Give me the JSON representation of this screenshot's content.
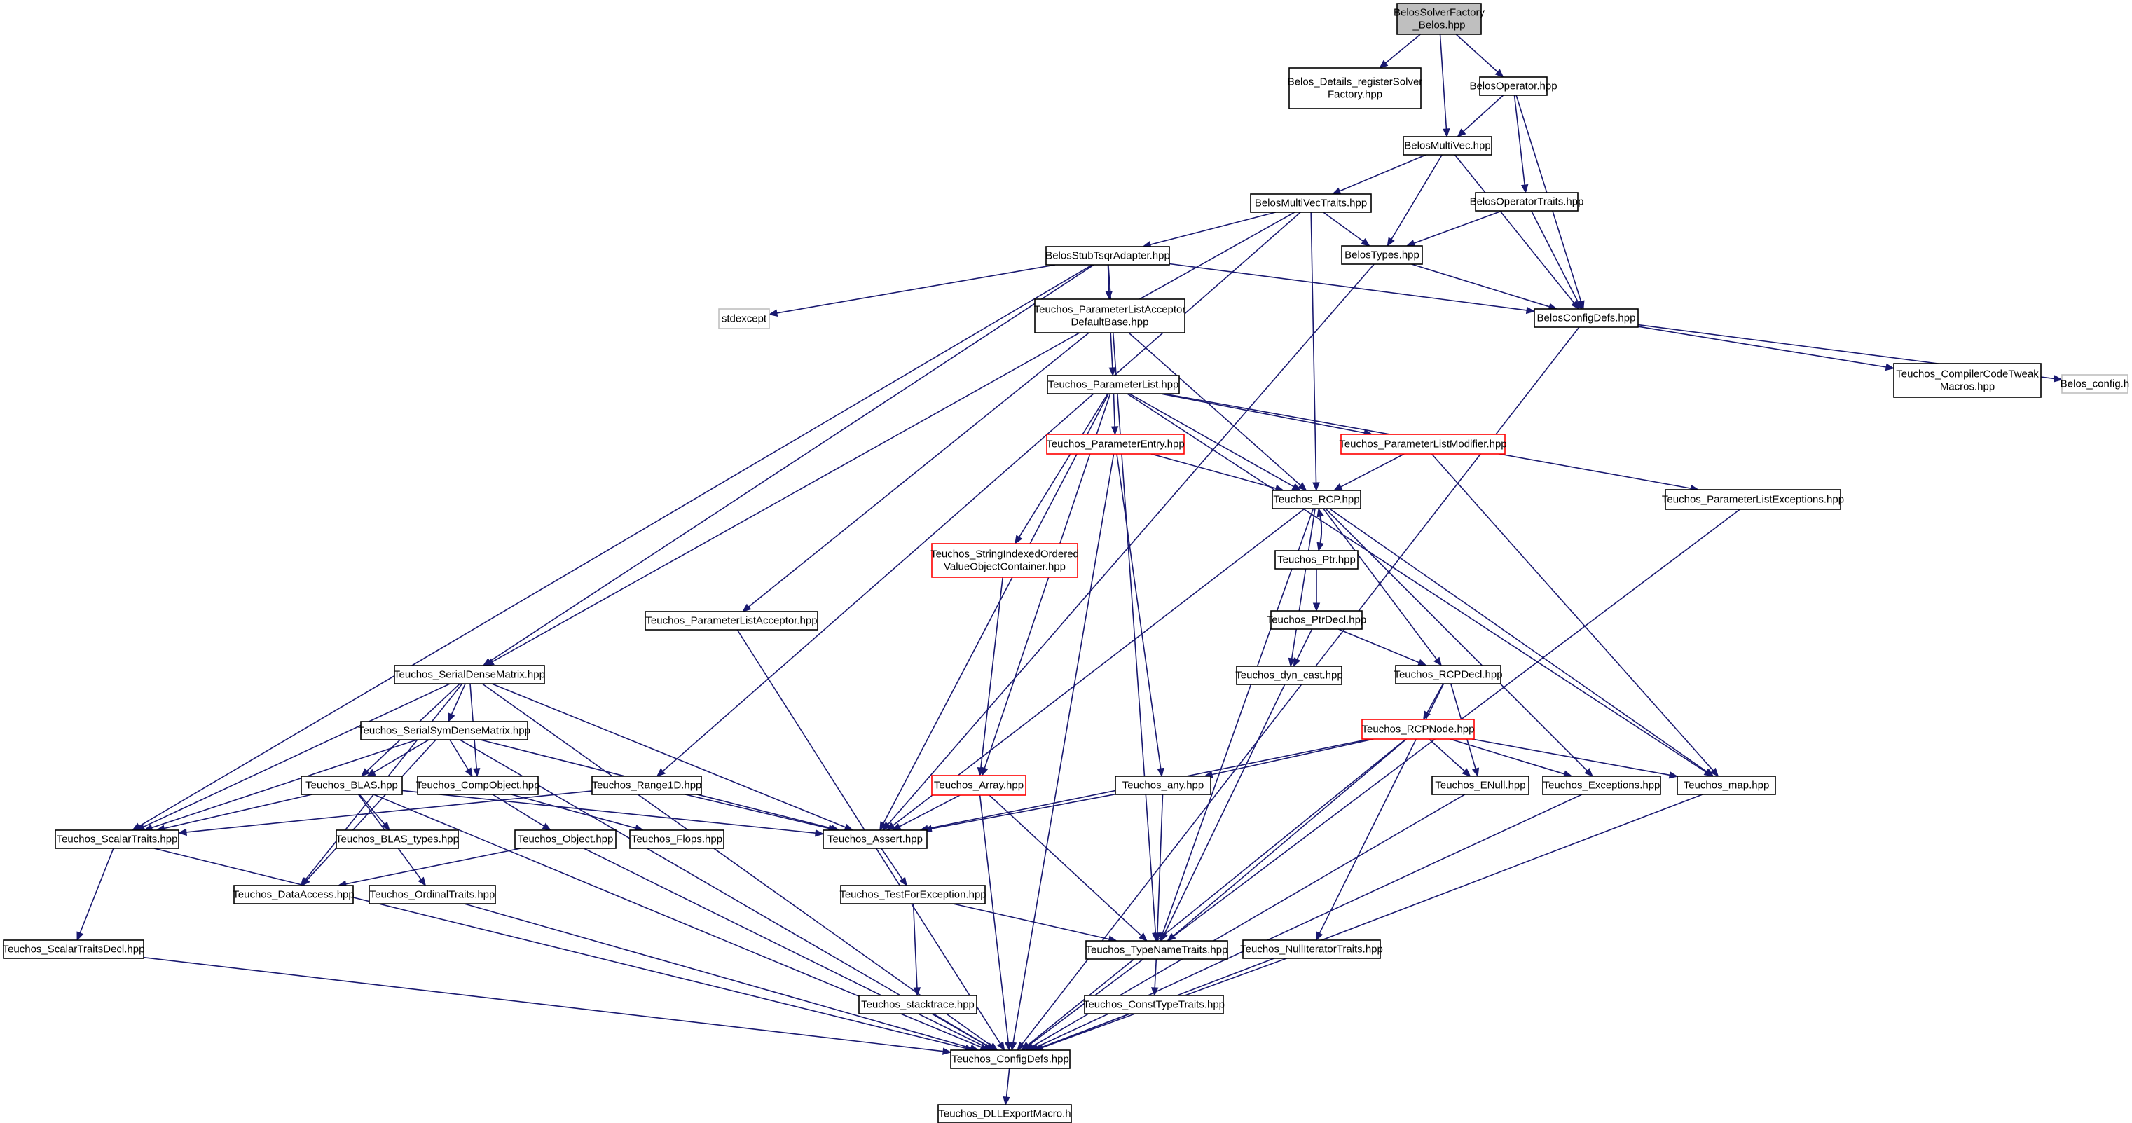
{
  "diagram": {
    "title": "BelosSolverFactory_Belos.hpp include dependency graph",
    "colors": {
      "edge": "#191970",
      "root_fill": "#bfbfbf",
      "box_border": "#000000",
      "missing_border": "#ff0000",
      "external_border": "#bfbfbf"
    },
    "nodes": [
      {
        "id": "root",
        "lines": [
          "BelosSolverFactory",
          "_Belos.hpp"
        ],
        "style": "root"
      },
      {
        "id": "regsolver",
        "lines": [
          "Belos_Details_registerSolver",
          "Factory.hpp"
        ],
        "style": "normal"
      },
      {
        "id": "operator",
        "lines": [
          "BelosOperator.hpp"
        ],
        "style": "normal"
      },
      {
        "id": "multivec",
        "lines": [
          "BelosMultiVec.hpp"
        ],
        "style": "normal"
      },
      {
        "id": "multivectraits",
        "lines": [
          "BelosMultiVecTraits.hpp"
        ],
        "style": "normal"
      },
      {
        "id": "optraits",
        "lines": [
          "BelosOperatorTraits.hpp"
        ],
        "style": "normal"
      },
      {
        "id": "stubtsqr",
        "lines": [
          "BelosStubTsqrAdapter.hpp"
        ],
        "style": "normal"
      },
      {
        "id": "types",
        "lines": [
          "BelosTypes.hpp"
        ],
        "style": "normal"
      },
      {
        "id": "stdexcept",
        "lines": [
          "stdexcept"
        ],
        "style": "external"
      },
      {
        "id": "placcdefault",
        "lines": [
          "Teuchos_ParameterListAcceptor",
          "DefaultBase.hpp"
        ],
        "style": "normal"
      },
      {
        "id": "configdefs",
        "lines": [
          "BelosConfigDefs.hpp"
        ],
        "style": "normal"
      },
      {
        "id": "cctweak",
        "lines": [
          "Teuchos_CompilerCodeTweak",
          "Macros.hpp"
        ],
        "style": "normal"
      },
      {
        "id": "belosconfig",
        "lines": [
          "Belos_config.h"
        ],
        "style": "external"
      },
      {
        "id": "paramlist",
        "lines": [
          "Teuchos_ParameterList.hpp"
        ],
        "style": "normal"
      },
      {
        "id": "paramentry",
        "lines": [
          "Teuchos_ParameterEntry.hpp"
        ],
        "style": "missing"
      },
      {
        "id": "plmodifier",
        "lines": [
          "Teuchos_ParameterListModifier.hpp"
        ],
        "style": "missing"
      },
      {
        "id": "rcp",
        "lines": [
          "Teuchos_RCP.hpp"
        ],
        "style": "normal"
      },
      {
        "id": "plexceptions",
        "lines": [
          "Teuchos_ParameterListExceptions.hpp"
        ],
        "style": "normal"
      },
      {
        "id": "stringindexed",
        "lines": [
          "Teuchos_StringIndexedOrdered",
          "ValueObjectContainer.hpp"
        ],
        "style": "missing"
      },
      {
        "id": "ptr",
        "lines": [
          "Teuchos_Ptr.hpp"
        ],
        "style": "normal"
      },
      {
        "id": "placceptor",
        "lines": [
          "Teuchos_ParameterListAcceptor.hpp"
        ],
        "style": "normal"
      },
      {
        "id": "ptrdecl",
        "lines": [
          "Teuchos_PtrDecl.hpp"
        ],
        "style": "normal"
      },
      {
        "id": "serialdense",
        "lines": [
          "Teuchos_SerialDenseMatrix.hpp"
        ],
        "style": "normal"
      },
      {
        "id": "dyncast",
        "lines": [
          "Teuchos_dyn_cast.hpp"
        ],
        "style": "normal"
      },
      {
        "id": "rcpdecl",
        "lines": [
          "Teuchos_RCPDecl.hpp"
        ],
        "style": "normal"
      },
      {
        "id": "serialsym",
        "lines": [
          "Teuchos_SerialSymDenseMatrix.hpp"
        ],
        "style": "normal"
      },
      {
        "id": "rcpnode",
        "lines": [
          "Teuchos_RCPNode.hpp"
        ],
        "style": "missing"
      },
      {
        "id": "blas",
        "lines": [
          "Teuchos_BLAS.hpp"
        ],
        "style": "normal"
      },
      {
        "id": "compobject",
        "lines": [
          "Teuchos_CompObject.hpp"
        ],
        "style": "normal"
      },
      {
        "id": "range1d",
        "lines": [
          "Teuchos_Range1D.hpp"
        ],
        "style": "normal"
      },
      {
        "id": "array",
        "lines": [
          "Teuchos_Array.hpp"
        ],
        "style": "missing"
      },
      {
        "id": "any",
        "lines": [
          "Teuchos_any.hpp"
        ],
        "style": "normal"
      },
      {
        "id": "enull",
        "lines": [
          "Teuchos_ENull.hpp"
        ],
        "style": "normal"
      },
      {
        "id": "exceptions",
        "lines": [
          "Teuchos_Exceptions.hpp"
        ],
        "style": "normal"
      },
      {
        "id": "map",
        "lines": [
          "Teuchos_map.hpp"
        ],
        "style": "normal"
      },
      {
        "id": "scalartraits",
        "lines": [
          "Teuchos_ScalarTraits.hpp"
        ],
        "style": "normal"
      },
      {
        "id": "blastypes",
        "lines": [
          "Teuchos_BLAS_types.hpp"
        ],
        "style": "normal"
      },
      {
        "id": "object",
        "lines": [
          "Teuchos_Object.hpp"
        ],
        "style": "normal"
      },
      {
        "id": "flops",
        "lines": [
          "Teuchos_Flops.hpp"
        ],
        "style": "normal"
      },
      {
        "id": "assert",
        "lines": [
          "Teuchos_Assert.hpp"
        ],
        "style": "normal"
      },
      {
        "id": "dataaccess",
        "lines": [
          "Teuchos_DataAccess.hpp"
        ],
        "style": "normal"
      },
      {
        "id": "ordinaltraits",
        "lines": [
          "Teuchos_OrdinalTraits.hpp"
        ],
        "style": "normal"
      },
      {
        "id": "testforexc",
        "lines": [
          "Teuchos_TestForException.hpp"
        ],
        "style": "normal"
      },
      {
        "id": "scalartraitsdecl",
        "lines": [
          "Teuchos_ScalarTraitsDecl.hpp"
        ],
        "style": "normal"
      },
      {
        "id": "typenametraits",
        "lines": [
          "Teuchos_TypeNameTraits.hpp"
        ],
        "style": "normal"
      },
      {
        "id": "nulliter",
        "lines": [
          "Teuchos_NullIteratorTraits.hpp"
        ],
        "style": "normal"
      },
      {
        "id": "stacktrace",
        "lines": [
          "Teuchos_stacktrace.hpp"
        ],
        "style": "normal"
      },
      {
        "id": "consttypetraits",
        "lines": [
          "Teuchos_ConstTypeTraits.hpp"
        ],
        "style": "normal"
      },
      {
        "id": "tconfigdefs",
        "lines": [
          "Teuchos_ConfigDefs.hpp"
        ],
        "style": "normal"
      },
      {
        "id": "dllexport",
        "lines": [
          "Teuchos_DLLExportMacro.h"
        ],
        "style": "normal"
      }
    ],
    "edges": [
      [
        "root",
        "regsolver"
      ],
      [
        "root",
        "multivec"
      ],
      [
        "root",
        "operator"
      ],
      [
        "operator",
        "multivec"
      ],
      [
        "operator",
        "optraits"
      ],
      [
        "operator",
        "configdefs"
      ],
      [
        "multivec",
        "multivectraits"
      ],
      [
        "multivec",
        "types"
      ],
      [
        "multivec",
        "configdefs"
      ],
      [
        "optraits",
        "types"
      ],
      [
        "optraits",
        "configdefs"
      ],
      [
        "multivectraits",
        "types"
      ],
      [
        "multivectraits",
        "stubtsqr"
      ],
      [
        "multivectraits",
        "rcp"
      ],
      [
        "multivectraits",
        "serialdense"
      ],
      [
        "multivectraits",
        "range1d"
      ],
      [
        "types",
        "configdefs"
      ],
      [
        "types",
        "assert"
      ],
      [
        "stubtsqr",
        "configdefs"
      ],
      [
        "stubtsqr",
        "stdexcept"
      ],
      [
        "stubtsqr",
        "placcdefault"
      ],
      [
        "stubtsqr",
        "serialdense"
      ],
      [
        "stubtsqr",
        "scalartraits"
      ],
      [
        "stubtsqr",
        "typenametraits"
      ],
      [
        "configdefs",
        "cctweak"
      ],
      [
        "configdefs",
        "belosconfig"
      ],
      [
        "configdefs",
        "tconfigdefs"
      ],
      [
        "placcdefault",
        "paramlist"
      ],
      [
        "placcdefault",
        "rcp"
      ],
      [
        "placcdefault",
        "placceptor"
      ],
      [
        "paramlist",
        "paramentry"
      ],
      [
        "paramlist",
        "plmodifier"
      ],
      [
        "paramlist",
        "rcp"
      ],
      [
        "paramlist",
        "plexceptions"
      ],
      [
        "paramlist",
        "stringindexed"
      ],
      [
        "paramlist",
        "array"
      ],
      [
        "paramlist",
        "assert"
      ],
      [
        "paramlist",
        "map"
      ],
      [
        "paramentry",
        "rcp"
      ],
      [
        "paramentry",
        "any"
      ],
      [
        "paramentry",
        "tconfigdefs"
      ],
      [
        "plmodifier",
        "rcp"
      ],
      [
        "plmodifier",
        "map"
      ],
      [
        "rcp",
        "ptr"
      ],
      [
        "rcp",
        "dyncast"
      ],
      [
        "rcp",
        "rcpdecl"
      ],
      [
        "rcp",
        "exceptions"
      ],
      [
        "rcp",
        "map"
      ],
      [
        "rcp",
        "assert"
      ],
      [
        "rcp",
        "typenametraits"
      ],
      [
        "ptr",
        "rcp"
      ],
      [
        "ptr",
        "ptrdecl"
      ],
      [
        "ptrdecl",
        "dyncast"
      ],
      [
        "ptrdecl",
        "rcpdecl"
      ],
      [
        "dyncast",
        "typenametraits"
      ],
      [
        "rcpdecl",
        "rcpnode"
      ],
      [
        "rcpdecl",
        "enull"
      ],
      [
        "rcpdecl",
        "nulliter"
      ],
      [
        "rcpnode",
        "any"
      ],
      [
        "rcpnode",
        "enull"
      ],
      [
        "rcpnode",
        "exceptions"
      ],
      [
        "rcpnode",
        "map"
      ],
      [
        "rcpnode",
        "assert"
      ],
      [
        "rcpnode",
        "typenametraits"
      ],
      [
        "rcpnode",
        "tconfigdefs"
      ],
      [
        "stringindexed",
        "array"
      ],
      [
        "placceptor",
        "tconfigdefs"
      ],
      [
        "plexceptions",
        "tconfigdefs"
      ],
      [
        "serialdense",
        "serialsym"
      ],
      [
        "serialdense",
        "blas"
      ],
      [
        "serialdense",
        "compobject"
      ],
      [
        "serialdense",
        "scalartraits"
      ],
      [
        "serialdense",
        "dataaccess"
      ],
      [
        "serialdense",
        "assert"
      ],
      [
        "serialdense",
        "tconfigdefs"
      ],
      [
        "serialsym",
        "blas"
      ],
      [
        "serialsym",
        "compobject"
      ],
      [
        "serialsym",
        "scalartraits"
      ],
      [
        "serialsym",
        "dataaccess"
      ],
      [
        "serialsym",
        "assert"
      ],
      [
        "serialsym",
        "tconfigdefs"
      ],
      [
        "blas",
        "scalartraits"
      ],
      [
        "blas",
        "blastypes"
      ],
      [
        "blas",
        "ordinaltraits"
      ],
      [
        "blas",
        "assert"
      ],
      [
        "blas",
        "tconfigdefs"
      ],
      [
        "compobject",
        "object"
      ],
      [
        "compobject",
        "flops"
      ],
      [
        "object",
        "dataaccess"
      ],
      [
        "object",
        "tconfigdefs"
      ],
      [
        "range1d",
        "scalartraits"
      ],
      [
        "range1d",
        "assert"
      ],
      [
        "array",
        "assert"
      ],
      [
        "array",
        "typenametraits"
      ],
      [
        "array",
        "tconfigdefs"
      ],
      [
        "any",
        "assert"
      ],
      [
        "any",
        "typenametraits"
      ],
      [
        "assert",
        "testforexc"
      ],
      [
        "testforexc",
        "typenametraits"
      ],
      [
        "testforexc",
        "stacktrace"
      ],
      [
        "typenametraits",
        "consttypetraits"
      ],
      [
        "consttypetraits",
        "tconfigdefs"
      ],
      [
        "stacktrace",
        "tconfigdefs"
      ],
      [
        "scalartraits",
        "scalartraitsdecl"
      ],
      [
        "scalartraits",
        "tconfigdefs"
      ],
      [
        "scalartraitsdecl",
        "tconfigdefs"
      ],
      [
        "ordinaltraits",
        "tconfigdefs"
      ],
      [
        "enull",
        "tconfigdefs"
      ],
      [
        "exceptions",
        "tconfigdefs"
      ],
      [
        "map",
        "tconfigdefs"
      ],
      [
        "nulliter",
        "tconfigdefs"
      ],
      [
        "tconfigdefs",
        "dllexport"
      ]
    ]
  }
}
